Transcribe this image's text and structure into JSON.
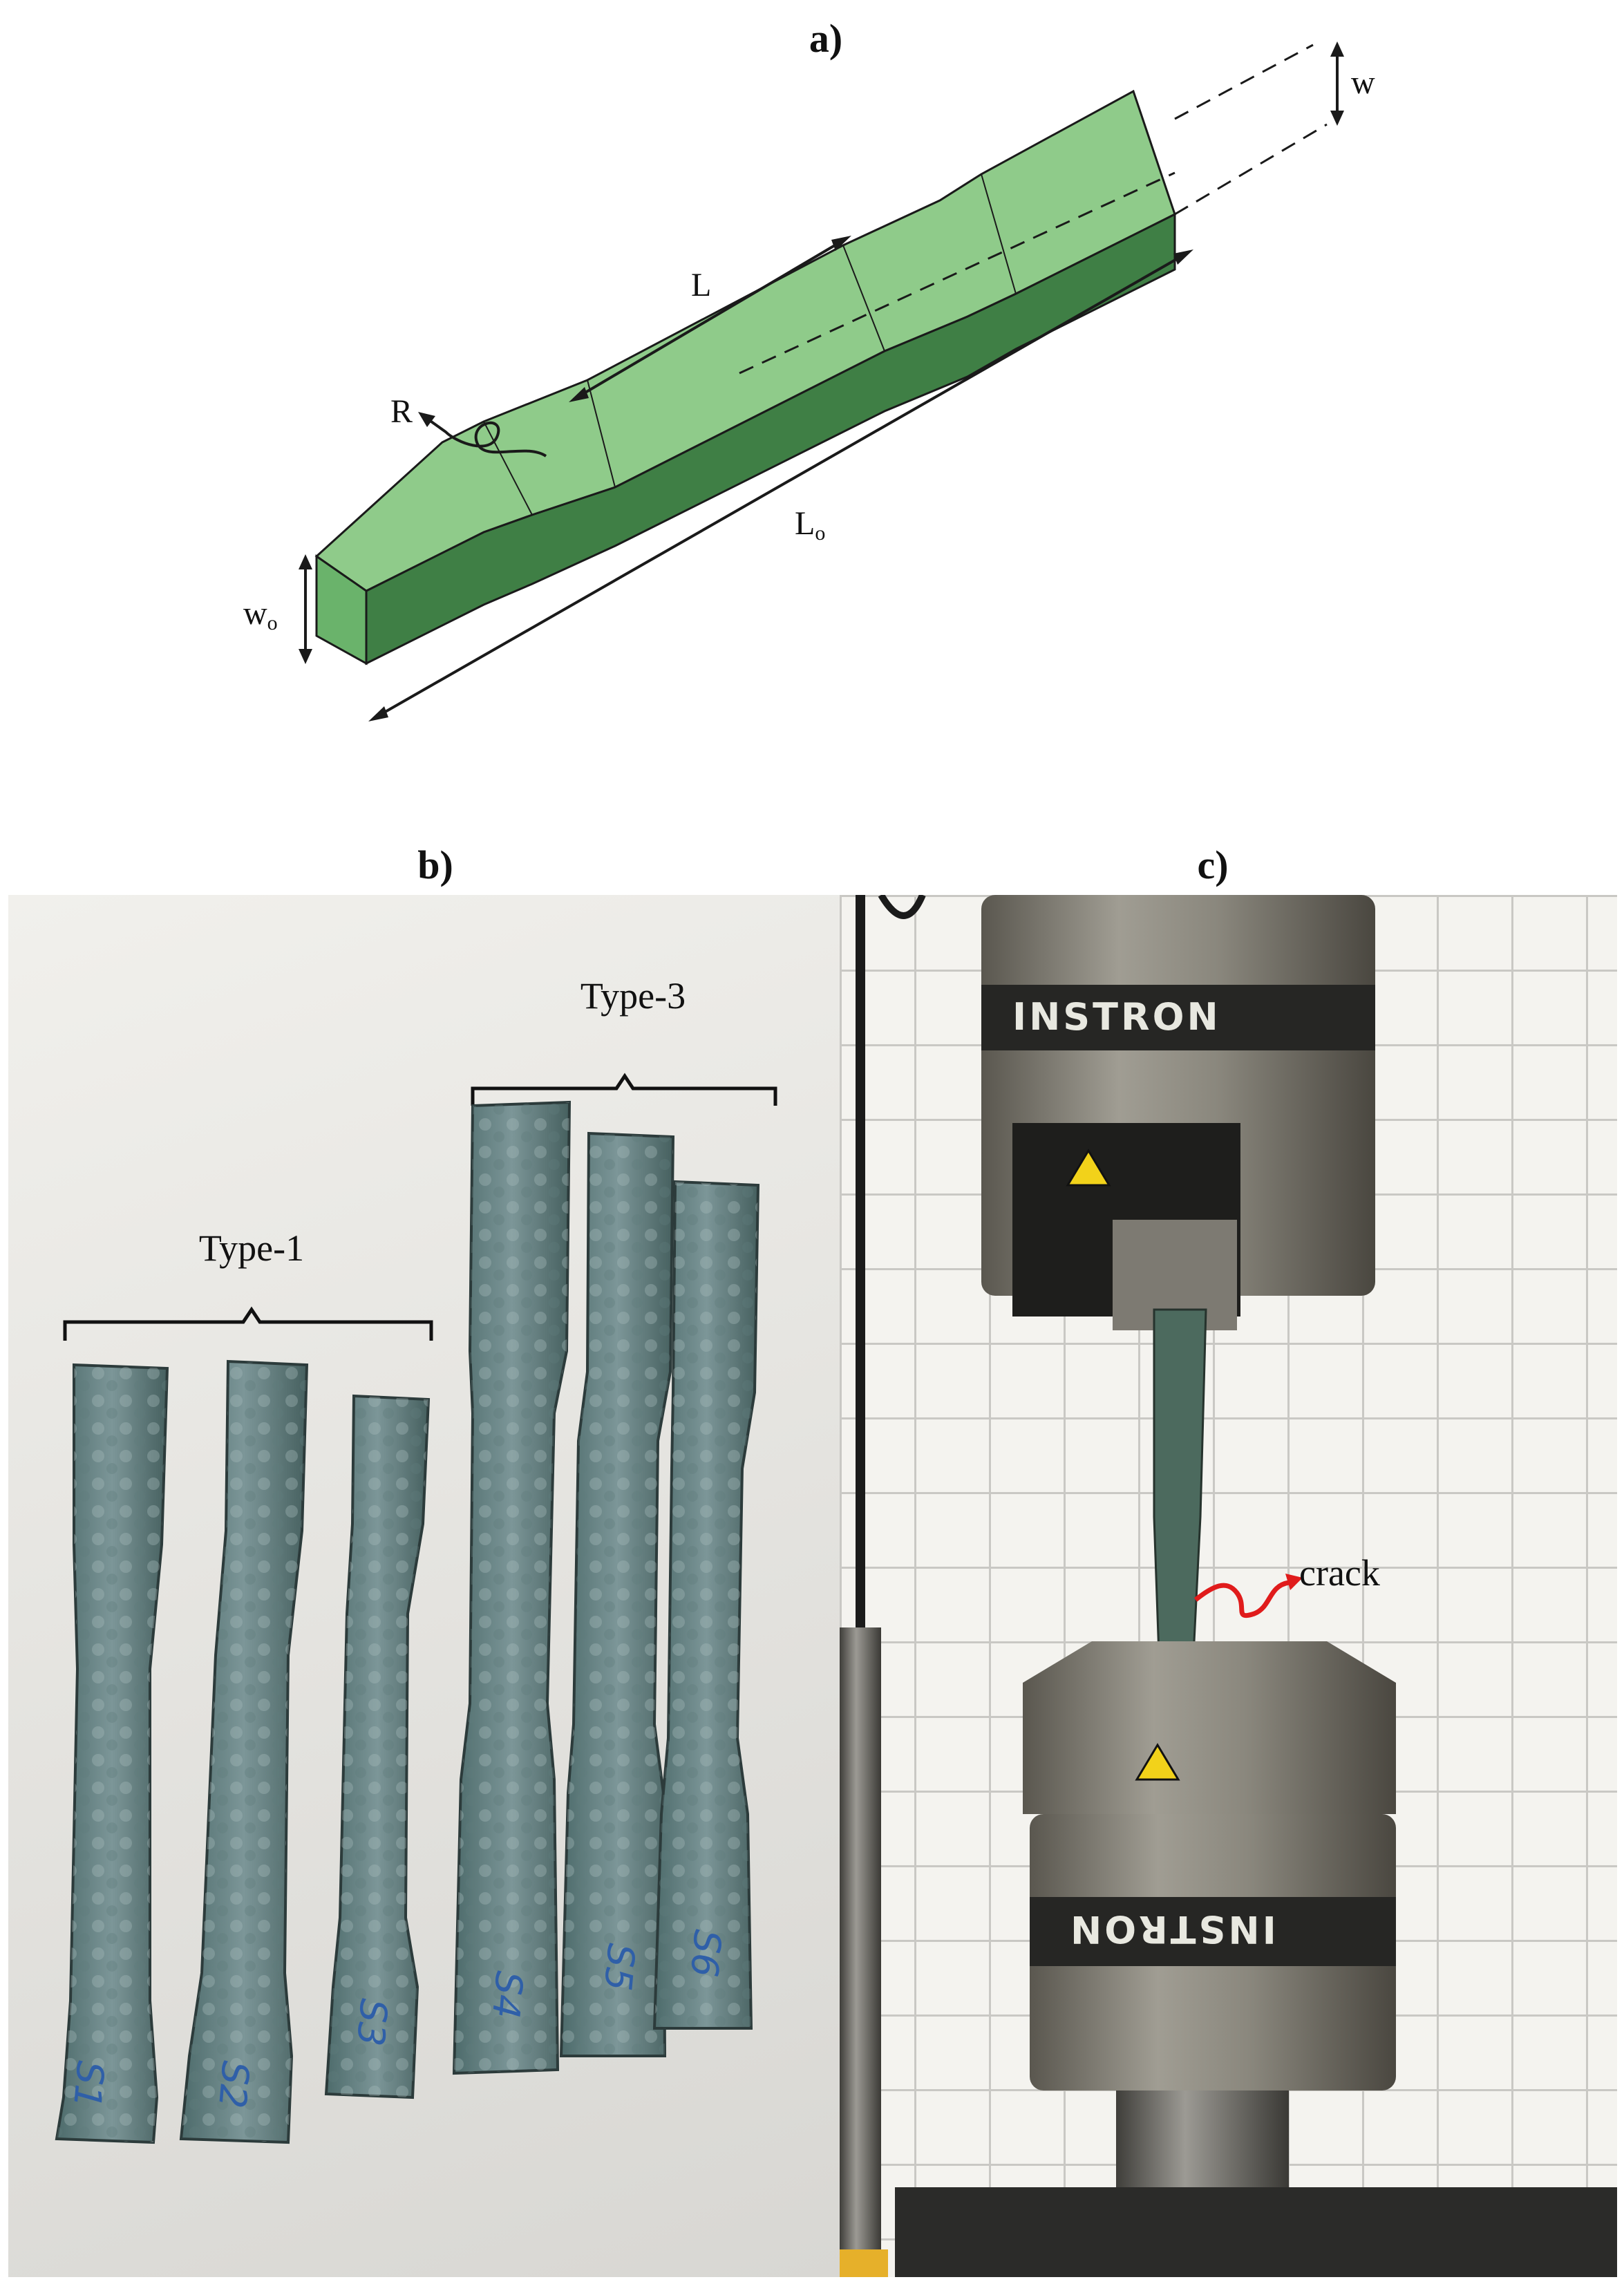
{
  "panels": {
    "a": {
      "label": "a)"
    },
    "b": {
      "label": "b)"
    },
    "c": {
      "label": "c)"
    }
  },
  "diagram": {
    "dim_w": "w",
    "dim_L": "L",
    "dim_R": "R",
    "dim_Lo_base": "L",
    "dim_Lo_sub": "o",
    "dim_wo_base": "w",
    "dim_wo_sub": "o",
    "colors": {
      "top": "#8fcb8a",
      "side": "#3f7f45",
      "end": "#6ab36b",
      "outline": "#1a1a1a"
    }
  },
  "photo_b": {
    "group1_label": "Type-1",
    "group3_label": "Type-3",
    "specimen_marks": [
      "S1",
      "S2",
      "S3",
      "S4",
      "S5",
      "S6"
    ]
  },
  "photo_c": {
    "crack_label": "crack",
    "brand_top": "INSTRON",
    "brand_bottom": "INSTRON",
    "crack_color": "#e01b1b"
  }
}
